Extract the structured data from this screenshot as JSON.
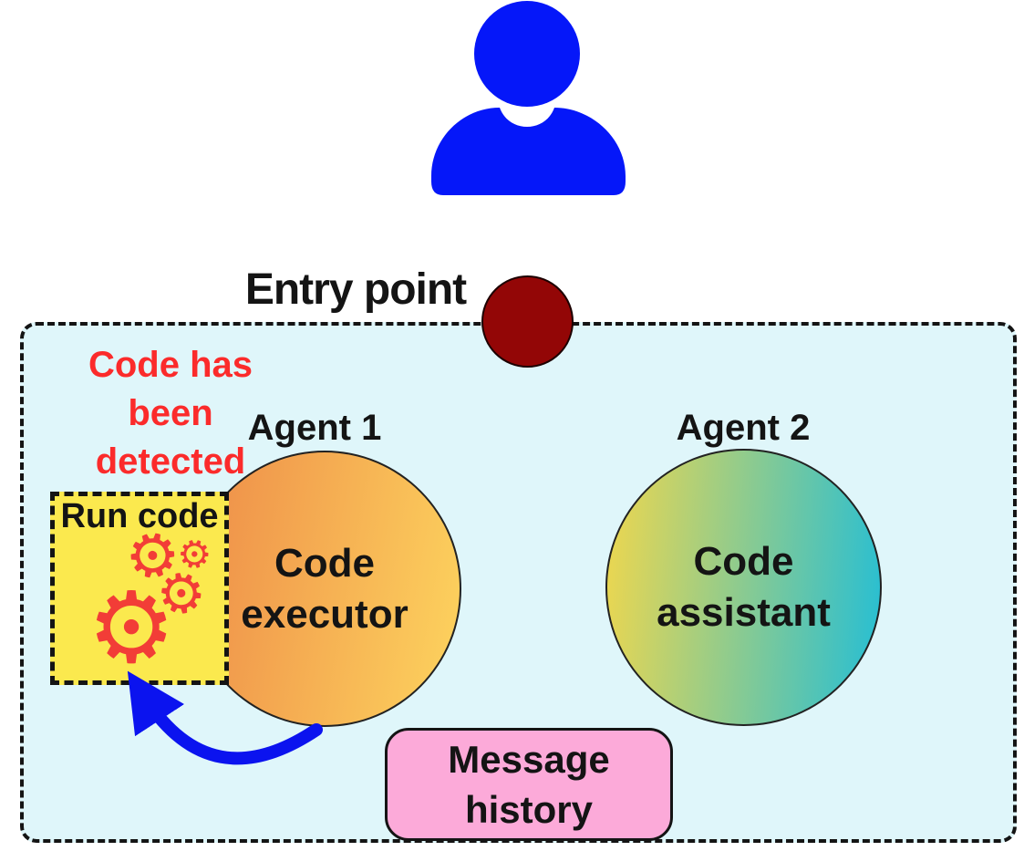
{
  "entry_point": {
    "label": "Entry point"
  },
  "container": {
    "status_note": "Code has\nbeen\ndetected",
    "run_code": {
      "label": "Run code"
    },
    "agents": [
      {
        "label": "Agent 1",
        "role": "Code\nexecutor"
      },
      {
        "label": "Agent 2",
        "role": "Code\nassistant"
      }
    ],
    "message_history": {
      "label": "Message\nhistory"
    }
  },
  "icons": {
    "user": "user-icon",
    "gear": "⚙"
  },
  "colors": {
    "user_blue": "#0517f9",
    "entry_dot_red": "#930606",
    "panel_bg": "#dff6fa",
    "status_red": "#fb2b2b",
    "run_code_bg": "#fbe94e",
    "gear_red": "#f23d37",
    "agent1_from": "#ee8b48",
    "agent1_to": "#fdd45e",
    "agent2_from": "#f0d74d",
    "agent2_to": "#24bed5",
    "message_pink": "#fcaad9",
    "arrow_blue": "#0b13ef"
  }
}
